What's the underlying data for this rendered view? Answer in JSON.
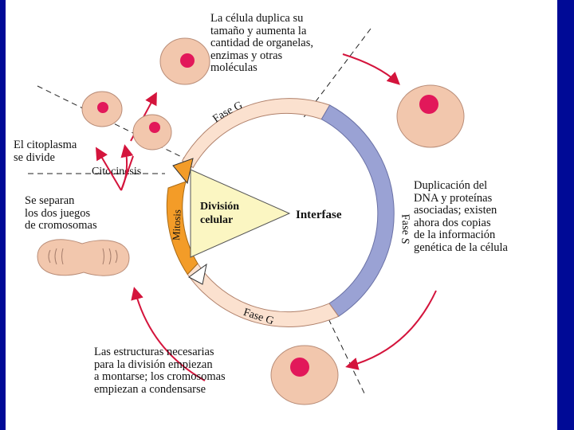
{
  "colors": {
    "background": "#000a96",
    "ring_g_phase": "#fbe1cf",
    "ring_s_phase": "#9aa2d4",
    "ring_mitosis": "#f39c28",
    "wedge": "#fbf6c2",
    "cell_body": "#f2c7ad",
    "cell_nucleus": "#e2185a",
    "arrow": "#d4143c"
  },
  "diagram": {
    "center_label": "Interfase",
    "wedge_label": "División\ncelular",
    "ring_labels": {
      "g1": "Fase G",
      "s": "Fase S",
      "g2": "Fase G",
      "mitosis": "Mitosis",
      "cytokinesis": "Citocinesis"
    },
    "notes": {
      "growth": "La célula duplica su\ntamaño y aumenta la\ncantidad de organelas,\nenzimas y otras\nmoléculas",
      "dna": "Duplicación del\nDNA y proteínas\nasociadas; existen\nahora dos copias\nde la información\ngenética de la célula",
      "g2_prep": "Las estructuras necesarias\npara la división empiezan\na montarse; los cromosomas\nempiezan a condensarse",
      "separation": "Se separan\nlos dos juegos\nde cromosomas",
      "cytoplasm": "El citoplasma\nse divide"
    }
  }
}
